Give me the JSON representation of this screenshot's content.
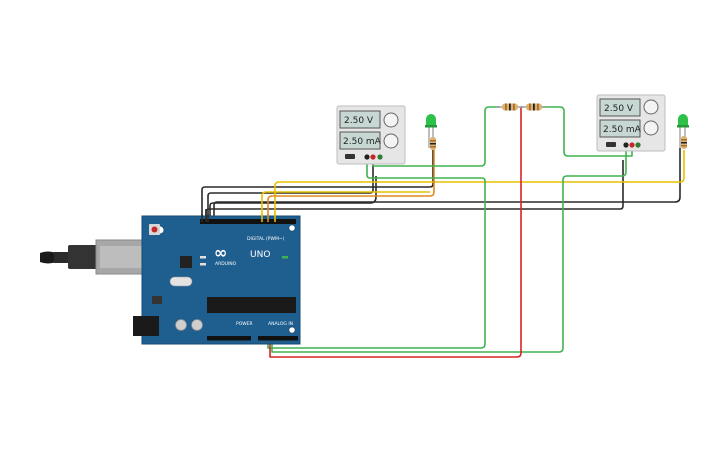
{
  "psu1": {
    "voltage": "2.50 V",
    "current": "2.50 mA"
  },
  "psu2": {
    "voltage": "2.50 V",
    "current": "2.50 mA"
  },
  "arduino": {
    "brand": "ARDUINO",
    "model": "UNO",
    "digital_label": "DIGITAL (PWM~)",
    "analog_label": "ANALOG IN",
    "power_label": "POWER"
  },
  "colors": {
    "board": "#1f5f8f",
    "wire_black": "#2a2a2a",
    "wire_yellow": "#e5c100",
    "wire_orange": "#e08a1e",
    "wire_green": "#3fb34f",
    "wire_red": "#d62424",
    "led_green": "#2ec14a"
  }
}
